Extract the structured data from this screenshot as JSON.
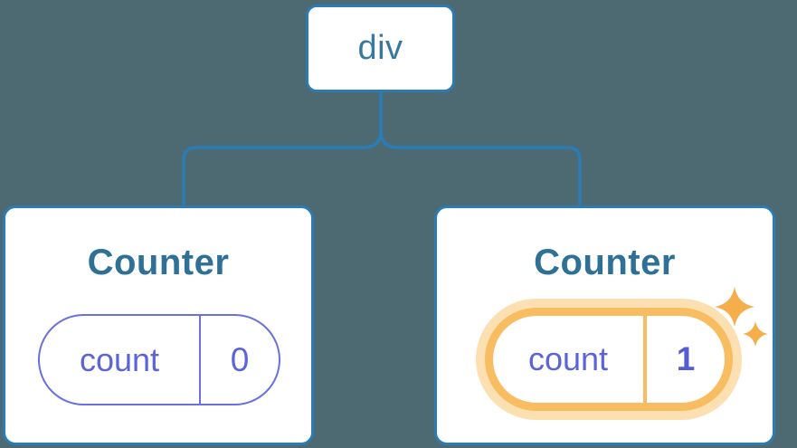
{
  "diagram": {
    "type": "component-tree",
    "root": {
      "label": "div"
    },
    "children": [
      {
        "title": "Counter",
        "state": {
          "name": "count",
          "value": "0"
        },
        "highlighted": false
      },
      {
        "title": "Counter",
        "state": {
          "name": "count",
          "value": "1"
        },
        "highlighted": true,
        "badge_icon": "sparkles-icon"
      }
    ],
    "colors": {
      "background": "#4D6972",
      "card_background": "#FFFFFF",
      "node_border_blue": "#2B7CB4",
      "connector_blue": "#2B7CB4",
      "root_label_blue": "#38799E",
      "title_blue": "#2E7096",
      "state_text_purple": "#5C64D9",
      "state_value_bold_purple": "#545DD6",
      "pill_border_purple": "#6B70DF",
      "highlight_ring_orange": "#F8BC61",
      "highlight_glow_orange": "#FCE0B2",
      "sparkle_orange": "#F5AE4B"
    }
  }
}
